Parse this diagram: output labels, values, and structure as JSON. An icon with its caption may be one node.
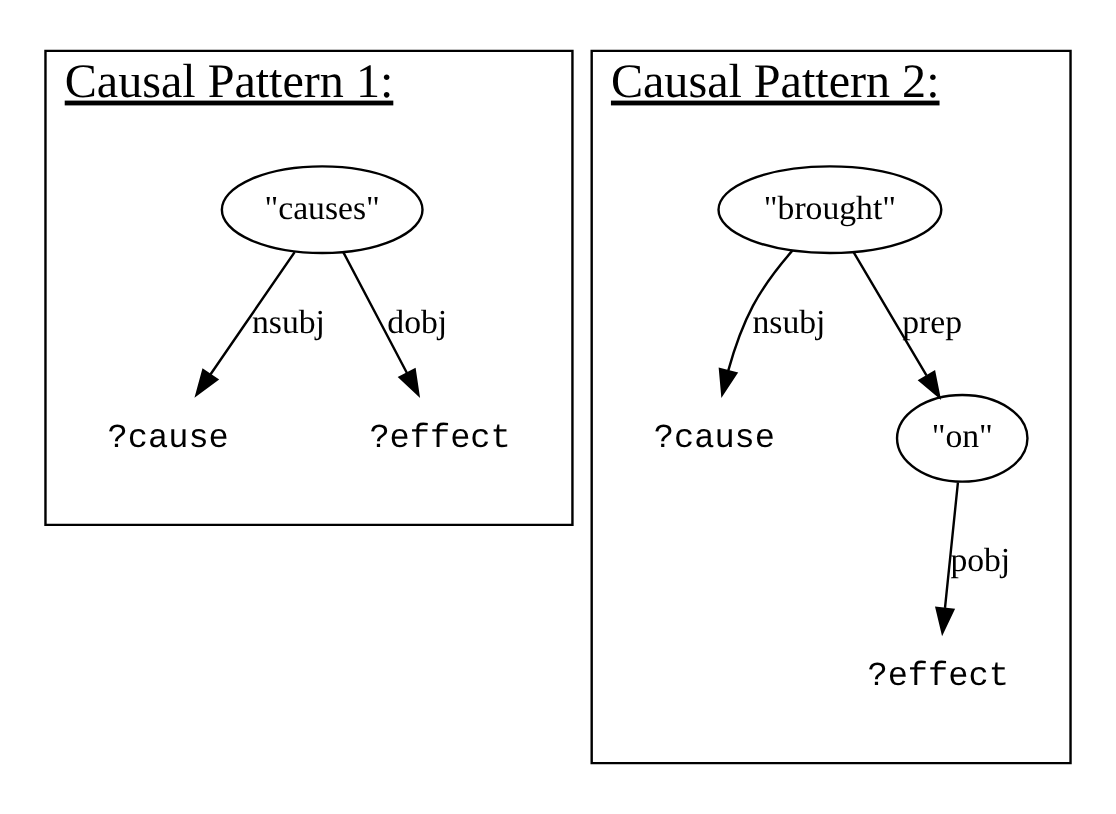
{
  "diagram": {
    "nodes": [
      {
        "text": [
          "Causal Pattern 1:"
        ]
      },
      {
        "text": [
          "\"causes\""
        ],
        "in": 0
      },
      {
        "text": [
          "?cause"
        ],
        "in": 0
      },
      {
        "text": [
          "?effect"
        ],
        "in": 0
      },
      {
        "text": [
          "Causal Pattern 2:"
        ]
      },
      {
        "text": [
          "\"brought\""
        ],
        "in": 4
      },
      {
        "text": [
          "?cause"
        ],
        "in": 4
      },
      {
        "text": [
          "\"on\""
        ],
        "in": 4
      },
      {
        "text": [
          "?effect"
        ],
        "in": 4
      }
    ],
    "edges": [
      {
        "from": 1,
        "to": 2,
        "arrow": "to",
        "label": "nsubj"
      },
      {
        "from": 1,
        "to": 3,
        "arrow": "to",
        "label": "dobj"
      },
      {
        "from": 5,
        "to": 6,
        "arrow": "to",
        "label": "nsubj"
      },
      {
        "from": 5,
        "to": 7,
        "arrow": "to",
        "label": "prep"
      },
      {
        "from": 7,
        "to": 8,
        "arrow": "to",
        "label": "pobj"
      }
    ]
  }
}
